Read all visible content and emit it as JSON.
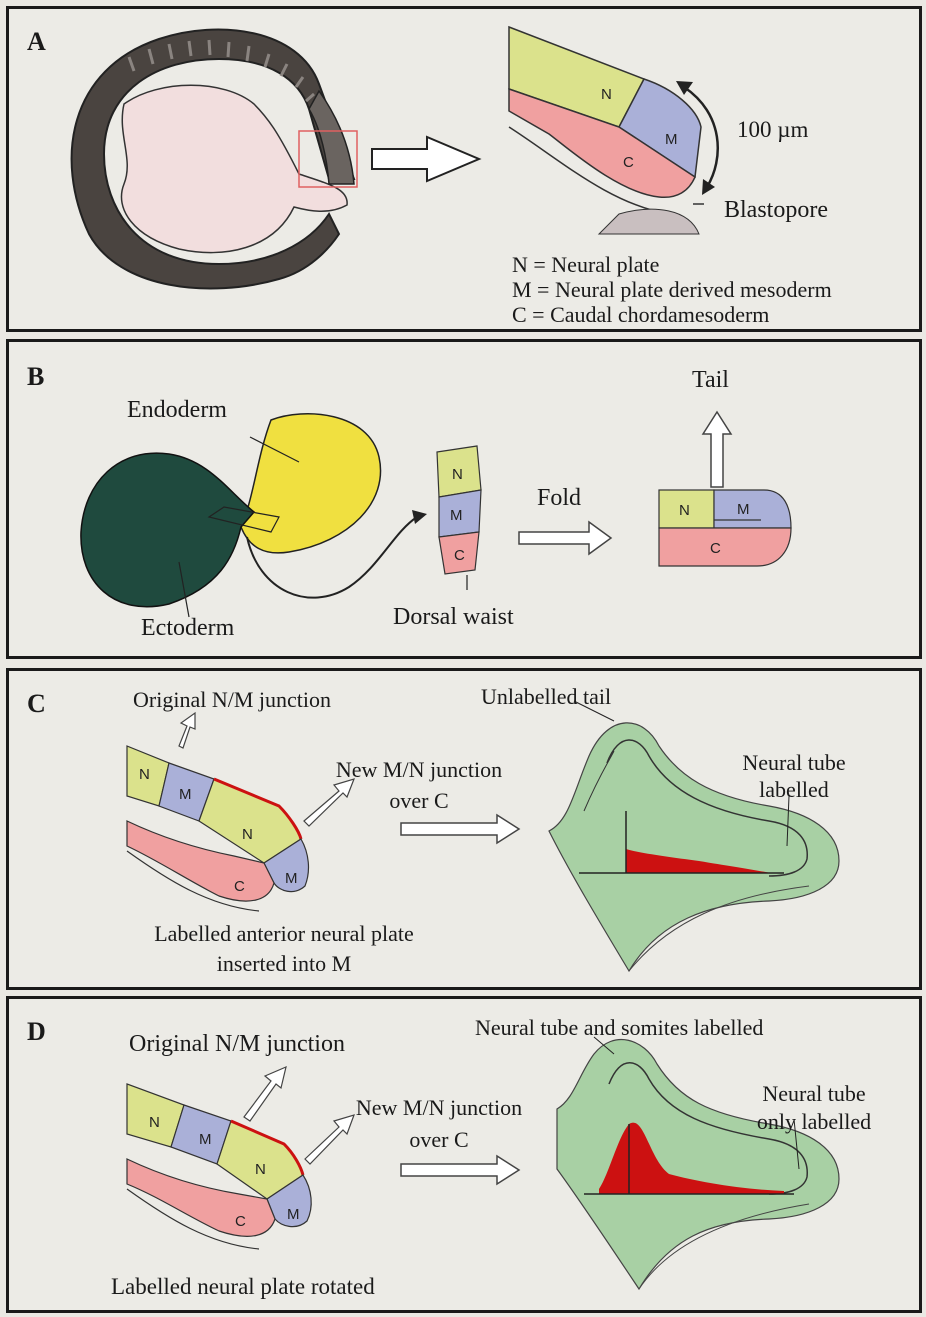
{
  "panels": {
    "a": {
      "label": "A",
      "scale": "100 µm",
      "blastopore": "Blastopore",
      "legend": [
        "N = Neural plate",
        "M = Neural plate derived mesoderm",
        "C = Caudal chordamesoderm"
      ]
    },
    "b": {
      "label": "B",
      "endoderm": "Endoderm",
      "ectoderm": "Ectoderm",
      "dorsal_waist": "Dorsal waist",
      "fold": "Fold",
      "tail": "Tail"
    },
    "c": {
      "label": "C",
      "original_junction": "Original N/M junction",
      "new_junction": [
        "New M/N junction",
        "over C"
      ],
      "unlabelled_tail": "Unlabelled tail",
      "neural_tube": [
        "Neural tube",
        "labelled"
      ],
      "caption": [
        "Labelled anterior neural plate",
        "inserted into M"
      ]
    },
    "d": {
      "label": "D",
      "original_junction": "Original N/M junction",
      "new_junction": [
        "New M/N junction",
        "over C"
      ],
      "neural_tube_somites": "Neural tube and somites labelled",
      "neural_tube_only": [
        "Neural tube",
        "only labelled"
      ],
      "caption": "Labelled neural plate rotated"
    }
  },
  "segments": {
    "n": "N",
    "m": "M",
    "c": "C"
  },
  "colors": {
    "neural_plate": "#dbe28c",
    "mesoderm": "#aab0d8",
    "chordamesoderm": "#f0a0a0",
    "ectoderm": "#1f4a3e",
    "endoderm": "#f0e040",
    "tail_tissue": "#a8d0a4",
    "label_red": "#cc1111",
    "yolk": "#f2dede",
    "embryo_dark": "#4a4440"
  }
}
